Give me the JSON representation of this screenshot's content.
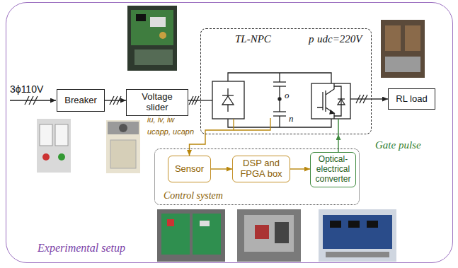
{
  "diagram": {
    "nodes": [
      {
        "text": [
          "Experimental setup"
        ]
      },
      {
        "text": [
          "Breaker"
        ],
        "in": 0
      },
      {
        "text": [
          "Voltage slider"
        ],
        "in": 0
      },
      {
        "text": [
          "TL-NPC"
        ],
        "in": 0
      },
      {
        "text": [
          "RL load"
        ],
        "in": 0
      },
      {
        "text": [
          "Control system"
        ],
        "in": 0
      },
      {
        "text": [
          "Sensor"
        ],
        "in": 5
      },
      {
        "text": [
          "DSP and FPGA box"
        ],
        "in": 5
      },
      {
        "text": [
          "Optical-electrical converter"
        ],
        "in": 5
      }
    ],
    "edges": [
      {
        "from": 1,
        "to": 2,
        "arrow": "to"
      },
      {
        "from": 2,
        "to": 3,
        "arrow": "none"
      },
      {
        "from": 3,
        "to": 4,
        "arrow": "to"
      },
      {
        "from": 3,
        "to": 6,
        "arrow": "to"
      },
      {
        "from": 6,
        "to": 7,
        "arrow": "to"
      },
      {
        "from": 7,
        "to": 8,
        "arrow": "to"
      },
      {
        "from": 8,
        "to": 3,
        "arrow": "to"
      }
    ],
    "labels": [
      "3ϕ110V",
      "p",
      "udc=220V",
      "o",
      "n",
      "iu, iv, iw",
      "ucapp, ucapn",
      "Gate pulse"
    ]
  }
}
